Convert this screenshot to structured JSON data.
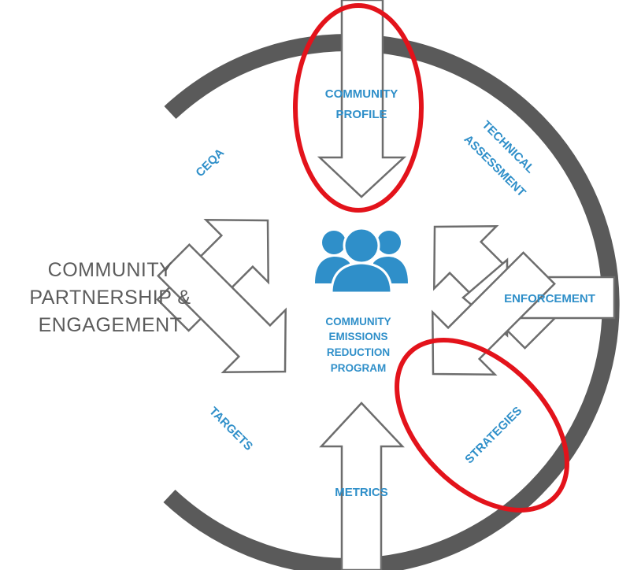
{
  "colors": {
    "ring": "#5a5a5a",
    "arrow_stroke": "#6d6d6d",
    "label_blue": "#2f8fc9",
    "icon_blue": "#2f8fc9",
    "highlight_red": "#e3131b",
    "side_text": "#5c5c5c"
  },
  "side_label": {
    "line1": "COMMUNITY",
    "line2": "PARTNERSHIP &",
    "line3": "ENGAGEMENT"
  },
  "center": {
    "icon": "people-group-icon",
    "line1": "COMMUNITY",
    "line2": "EMISSIONS",
    "line3": "REDUCTION",
    "line4": "PROGRAM"
  },
  "arrows": {
    "community_profile": {
      "line1": "COMMUNITY",
      "line2": "PROFILE",
      "highlighted": true
    },
    "ceqa": {
      "label": "CEQA",
      "highlighted": false
    },
    "technical_assessment": {
      "line1": "TECHNICAL",
      "line2": "ASSESSMENT",
      "highlighted": false
    },
    "enforcement": {
      "label": "ENFORCEMENT",
      "highlighted": false
    },
    "strategies": {
      "label": "STRATEGIES",
      "highlighted": true
    },
    "metrics": {
      "label": "METRICS",
      "highlighted": false
    },
    "targets": {
      "label": "TARGETS",
      "highlighted": false
    }
  }
}
